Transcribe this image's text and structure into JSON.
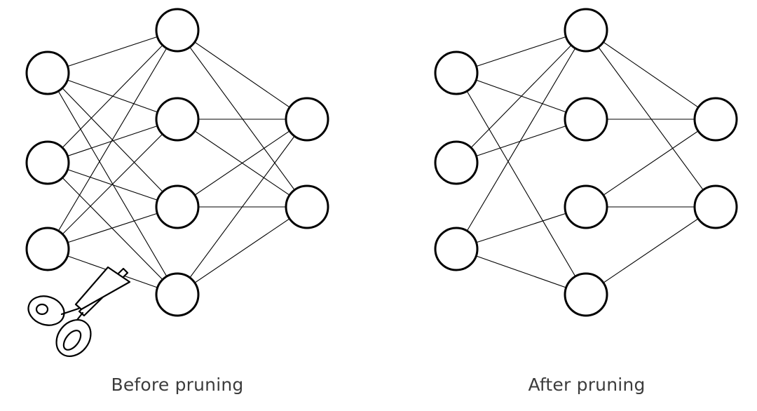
{
  "captions": {
    "before": "Before pruning",
    "after": "After pruning"
  },
  "network": {
    "layers": [
      3,
      4,
      2
    ],
    "before": {
      "connections": [
        [
          0,
          0,
          0
        ],
        [
          0,
          0,
          1
        ],
        [
          0,
          0,
          2
        ],
        [
          0,
          0,
          3
        ],
        [
          0,
          1,
          0
        ],
        [
          0,
          1,
          1
        ],
        [
          0,
          1,
          2
        ],
        [
          0,
          1,
          3
        ],
        [
          0,
          2,
          0
        ],
        [
          0,
          2,
          1
        ],
        [
          0,
          2,
          2
        ],
        [
          0,
          2,
          3
        ],
        [
          1,
          0,
          0
        ],
        [
          1,
          0,
          1
        ],
        [
          1,
          1,
          0
        ],
        [
          1,
          1,
          1
        ],
        [
          1,
          2,
          0
        ],
        [
          1,
          2,
          1
        ],
        [
          1,
          3,
          0
        ],
        [
          1,
          3,
          1
        ]
      ]
    },
    "after": {
      "connections": [
        [
          0,
          0,
          0
        ],
        [
          0,
          0,
          1
        ],
        [
          0,
          0,
          3
        ],
        [
          0,
          1,
          0
        ],
        [
          0,
          1,
          1
        ],
        [
          0,
          2,
          0
        ],
        [
          0,
          2,
          2
        ],
        [
          0,
          2,
          3
        ],
        [
          1,
          0,
          0
        ],
        [
          1,
          0,
          1
        ],
        [
          1,
          1,
          0
        ],
        [
          1,
          2,
          0
        ],
        [
          1,
          2,
          1
        ],
        [
          1,
          3,
          1
        ]
      ]
    }
  },
  "colors": {
    "stroke": "#000000",
    "node_fill": "#ffffff",
    "caption": "#3c3c3c"
  },
  "icons": {
    "pruning_tool": "scissors-icon"
  }
}
